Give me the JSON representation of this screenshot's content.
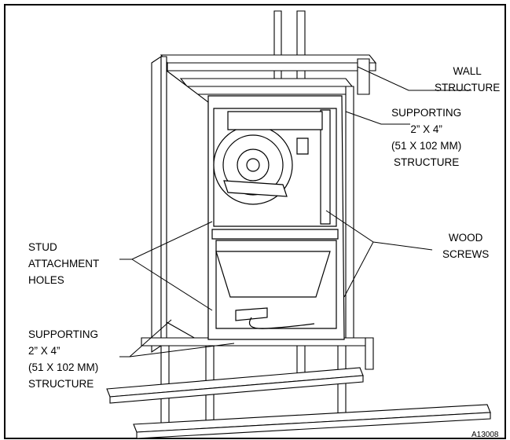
{
  "labels": {
    "wall_structure": [
      "WALL",
      "STRUCTURE"
    ],
    "supporting_top": [
      "SUPPORTING",
      "2” X 4”",
      "(51 X 102 MM)",
      "STRUCTURE"
    ],
    "wood_screws": [
      "WOOD",
      "SCREWS"
    ],
    "stud_holes": [
      "STUD",
      "ATTACHMENT",
      "HOLES"
    ],
    "supporting_bottom": [
      "SUPPORTING",
      "2” X 4”",
      "(51 X 102 MM)",
      "STRUCTURE"
    ]
  },
  "figure_id": "A13008"
}
